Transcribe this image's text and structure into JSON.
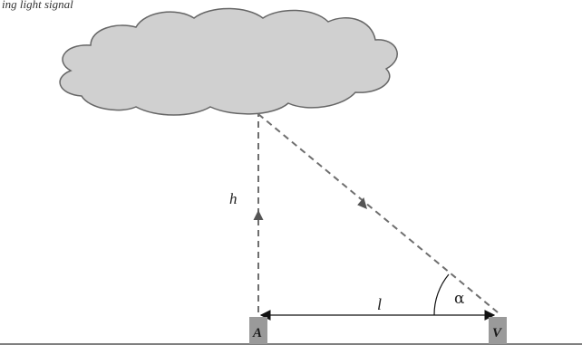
{
  "caption": "ing light signal",
  "labels": {
    "height": "h",
    "distance": "l",
    "angle": "α",
    "point_a": "A",
    "point_v": "V"
  },
  "colors": {
    "cloud_fill": "#d0d0d0",
    "cloud_stroke": "#666666",
    "dashed_line": "#6e6e6e",
    "arrow": "#555555",
    "station_box": "#9a9a9a",
    "ground": "#555555"
  }
}
